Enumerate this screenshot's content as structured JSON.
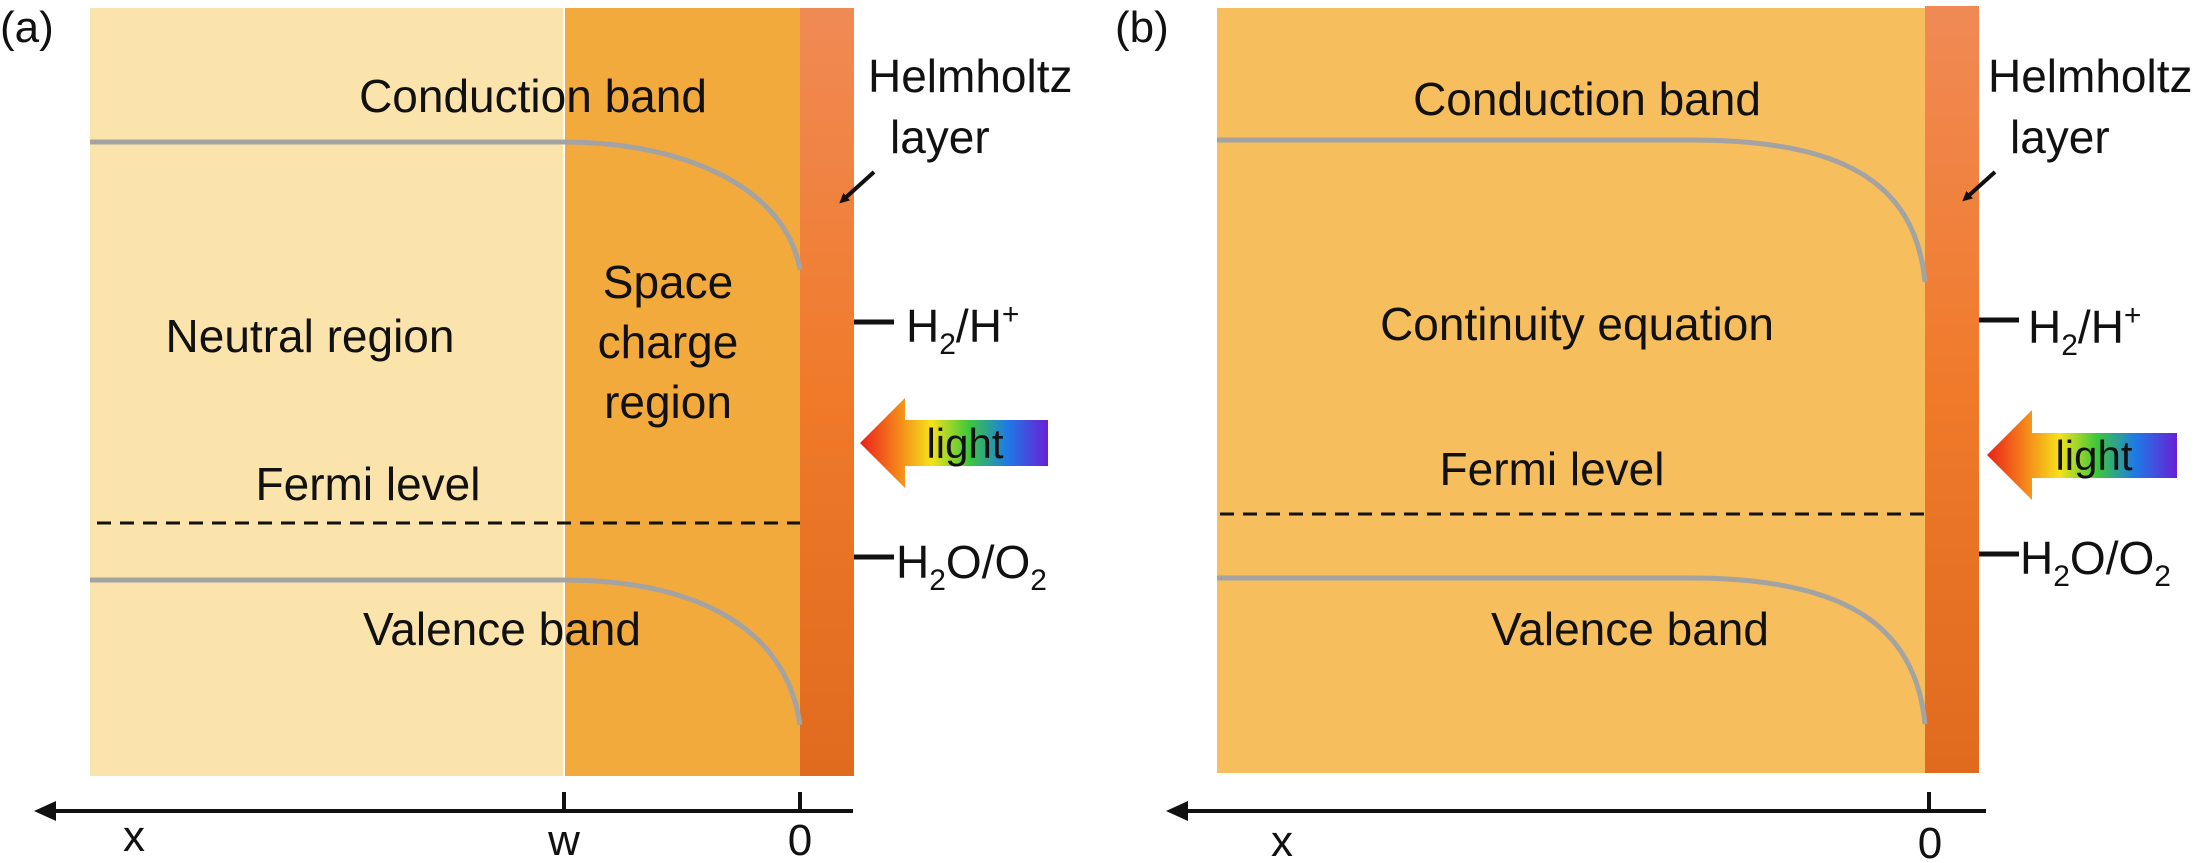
{
  "colors": {
    "neutral_region_fill": "#FBE3AC",
    "space_charge_fill": "#F3AA3C",
    "panel_b_fill": "#F6BE5C",
    "helmholtz_top": "#F08A55",
    "helmholtz_mid": "#F07A2A",
    "helmholtz_bottom": "#E06A1E",
    "band_line": "#A3A3A3",
    "text": "#111111"
  },
  "panel_a": {
    "label": "(a)",
    "conduction_band": "Conduction band",
    "neutral_region": "Neutral region",
    "space_charge": [
      "Space",
      "charge",
      "region"
    ],
    "fermi_level": "Fermi level",
    "valence_band": "Valence band",
    "helmholtz": [
      "Helmholtz",
      "layer"
    ],
    "redox_h2": {
      "base": "H",
      "sub": "2",
      "rest": "/H",
      "sup": "+"
    },
    "redox_o2": {
      "a": "H",
      "a_sub": "2",
      "b": "O/O",
      "b_sub": "2"
    },
    "light": "light",
    "axis": {
      "x": "x",
      "w": "w",
      "zero": "0"
    }
  },
  "panel_b": {
    "label": "(b)",
    "conduction_band": "Conduction band",
    "continuity": "Continuity equation",
    "fermi_level": "Fermi level",
    "valence_band": "Valence band",
    "helmholtz": [
      "Helmholtz",
      "layer"
    ],
    "redox_h2": {
      "base": "H",
      "sub": "2",
      "rest": "/H",
      "sup": "+"
    },
    "redox_o2": {
      "a": "H",
      "a_sub": "2",
      "b": "O/O",
      "b_sub": "2"
    },
    "light": "light",
    "axis": {
      "x": "x",
      "zero": "0"
    }
  }
}
